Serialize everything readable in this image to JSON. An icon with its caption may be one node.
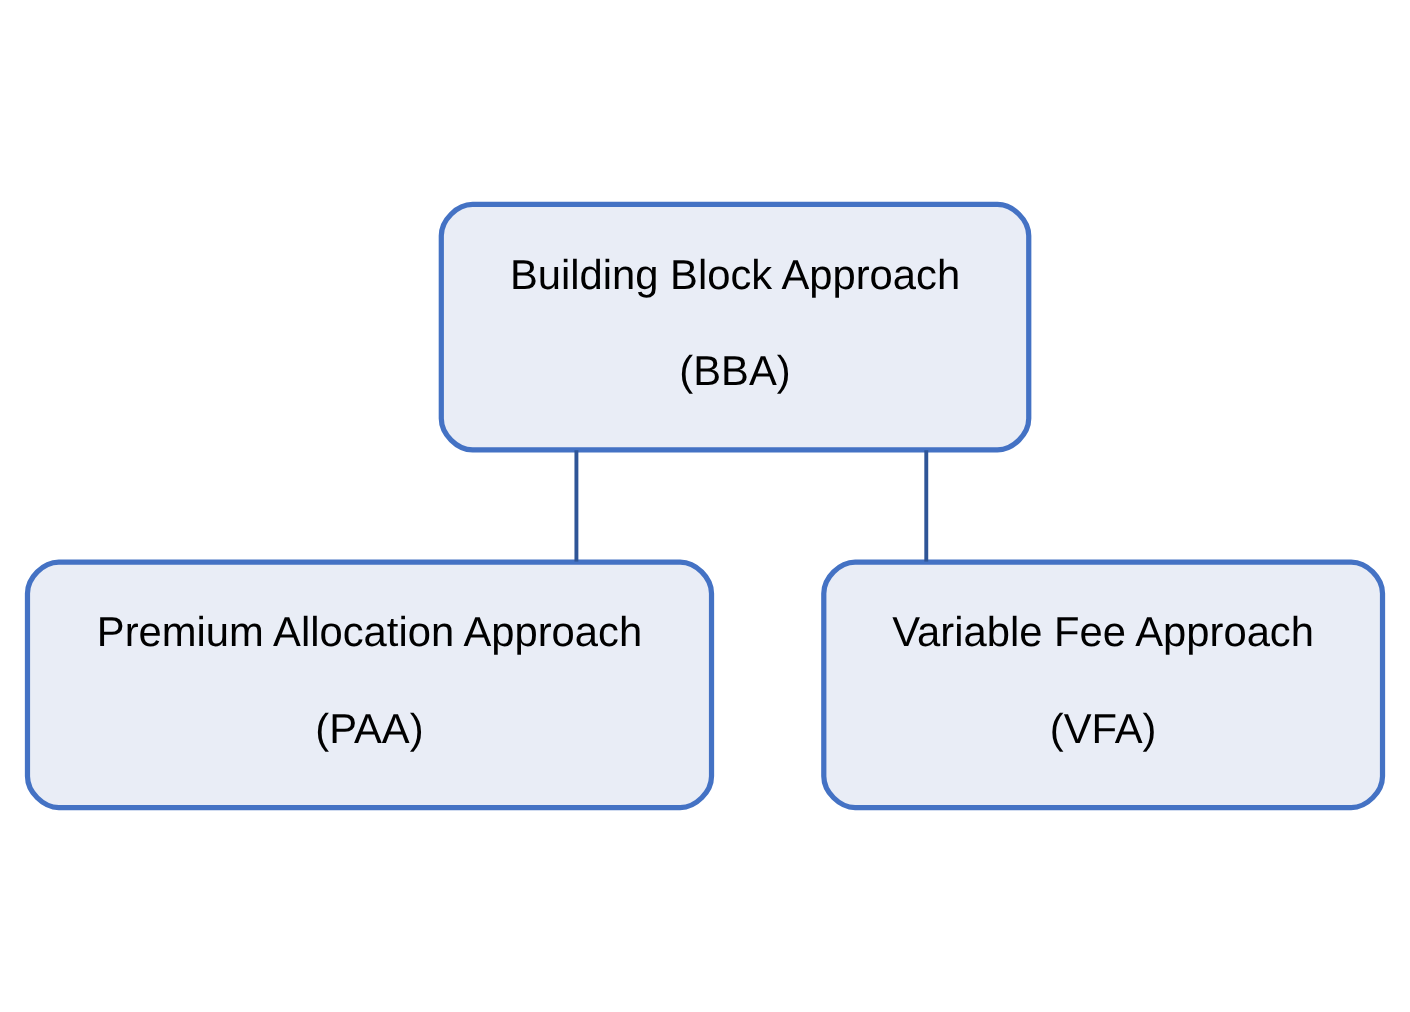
{
  "diagram": {
    "nodes": [
      {
        "text": [
          "Building Block Approach",
          "(BBA)"
        ]
      },
      {
        "text": [
          "Premium Allocation Approach",
          "(PAA)"
        ]
      },
      {
        "text": [
          "Variable Fee Approach",
          "(VFA)"
        ]
      }
    ],
    "edges": [
      {
        "from": 0,
        "to": 1,
        "arrow": "none"
      },
      {
        "from": 0,
        "to": 2,
        "arrow": "none"
      }
    ]
  }
}
